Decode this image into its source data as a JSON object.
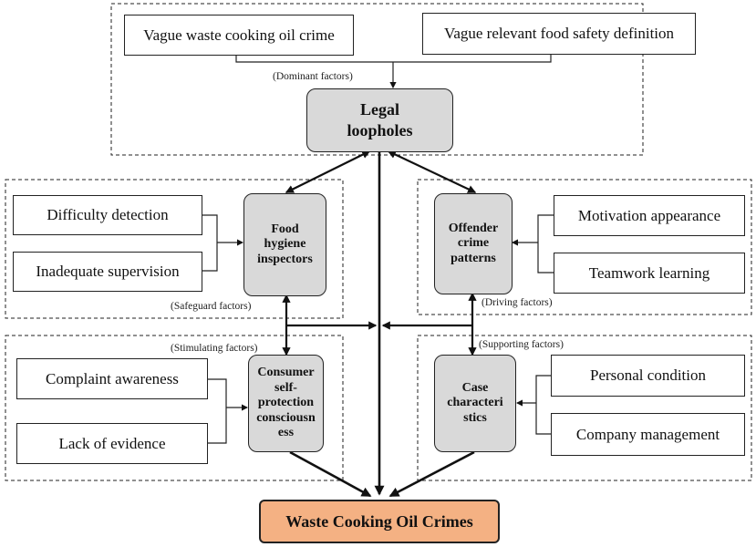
{
  "top_group": {
    "cause_left": "Vague waste cooking oil crime",
    "cause_right": "Vague relevant food safety definition",
    "factor_label": "(Dominant factors)",
    "center_lines": [
      "Legal",
      "loopholes"
    ]
  },
  "left_upper_group": {
    "cause_top": "Difficulty  detection",
    "cause_bottom": "Inadequate supervision",
    "factor_label": "(Safeguard factors)",
    "center_lines": [
      "Food",
      "hygiene",
      "inspectors"
    ]
  },
  "right_upper_group": {
    "cause_top": "Motivation appearance",
    "cause_bottom": "Teamwork learning",
    "factor_label": "(Driving factors)",
    "center_lines": [
      "Offender",
      "crime",
      "patterns"
    ]
  },
  "left_lower_group": {
    "cause_top": "Complaint awareness",
    "cause_bottom": "Lack of evidence",
    "factor_label": "(Stimulating factors)",
    "center_lines": [
      "Consumer",
      "self-",
      "protection",
      "consciousn",
      "ess"
    ]
  },
  "right_lower_group": {
    "cause_top": "Personal condition",
    "cause_bottom": "Company management",
    "factor_label": "(Supporting factors)",
    "center_lines": [
      "Case",
      "characteri",
      "stics"
    ]
  },
  "outcome": "Waste Cooking Oil Crimes"
}
